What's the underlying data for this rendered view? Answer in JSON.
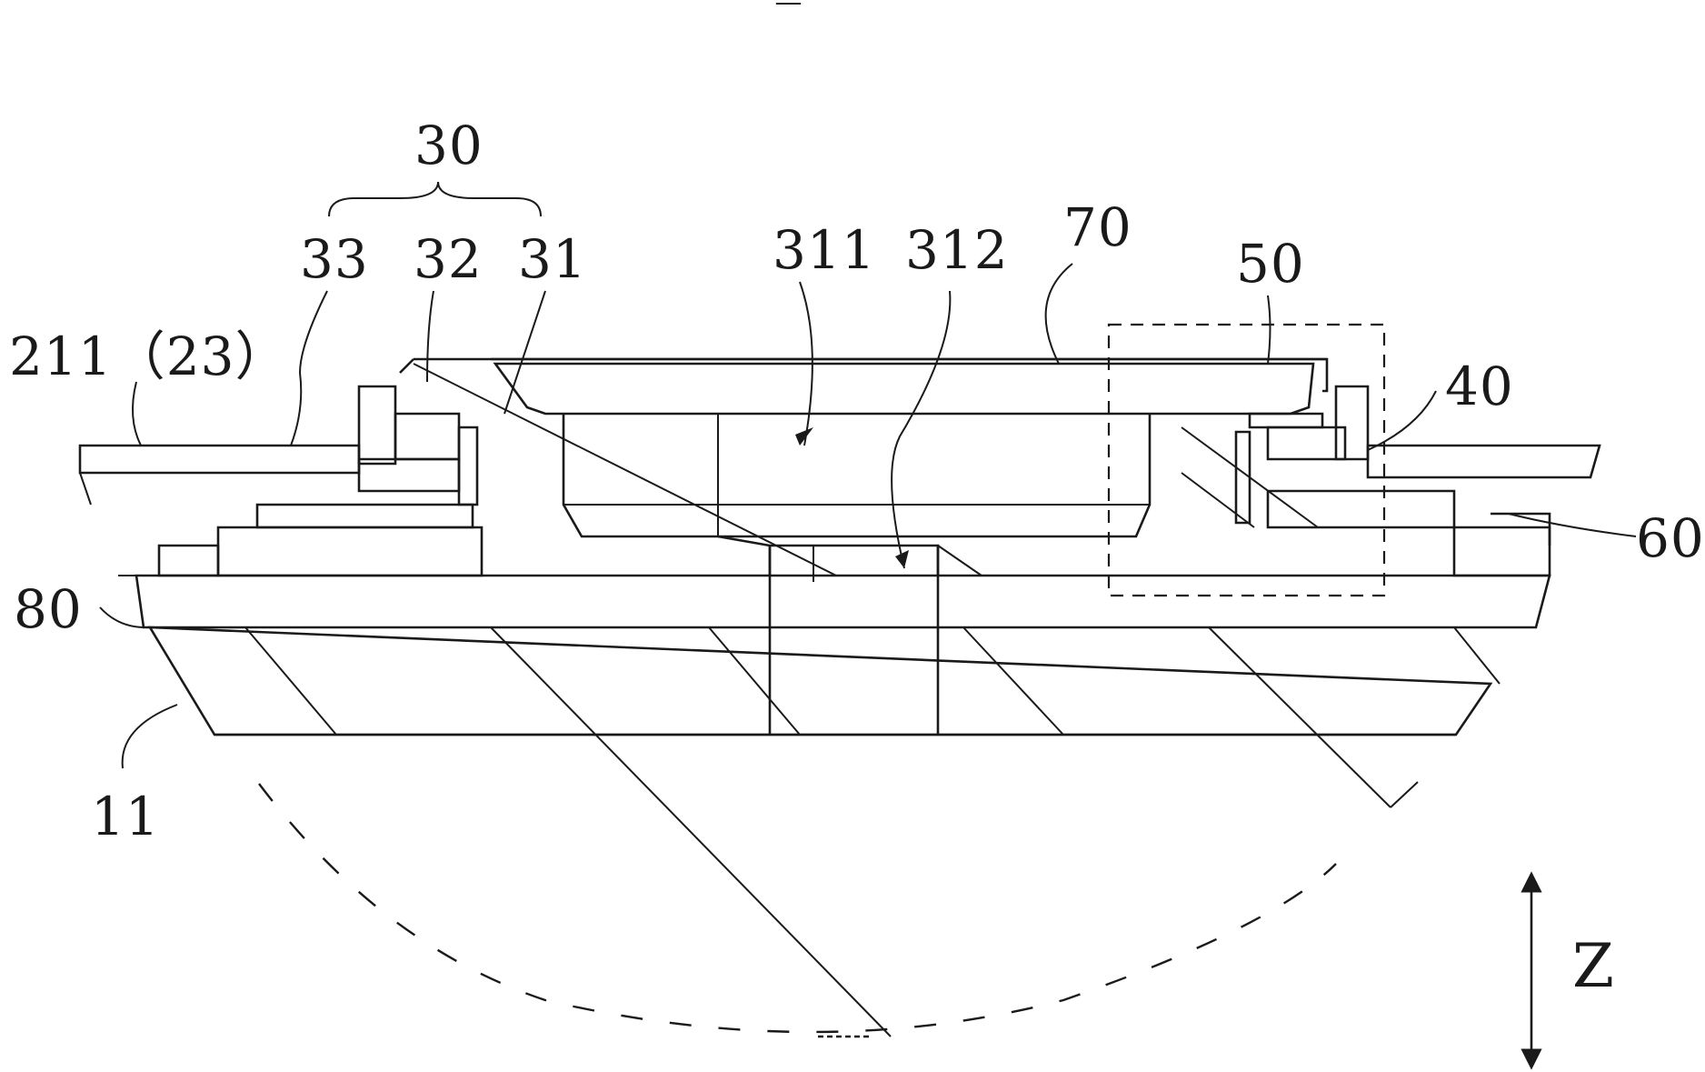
{
  "figure": {
    "top_mark": "—",
    "labels": {
      "l30": "30",
      "l33": "33",
      "l32": "32",
      "l31": "31",
      "l311": "311",
      "l312": "312",
      "l70": "70",
      "l50": "50",
      "l40": "40",
      "l211": "211（23）",
      "l60": "60",
      "l80": "80",
      "l11": "11"
    },
    "axis_label": "Z"
  }
}
